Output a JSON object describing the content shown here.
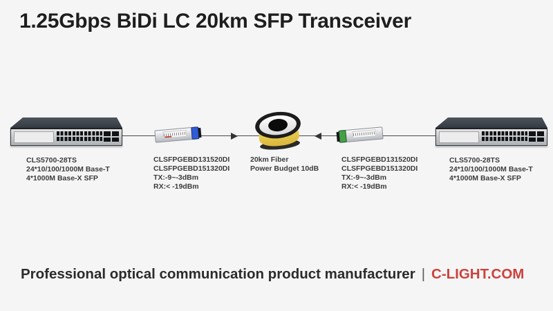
{
  "title": "1.25Gbps BiDi LC 20km SFP Transceiver",
  "footer": {
    "text": "Professional optical communication product manufacturer",
    "separator": "|",
    "brand": "C-LIGHT.COM"
  },
  "colors": {
    "background": "#f5f5f6",
    "brand_red": "#cc423c",
    "fiber_yellow": "#ecc94e",
    "left_sfp_latch_blue": "#2f5bd7",
    "right_sfp_latch_green": "#43a047",
    "line_gray": "#4a4a4a"
  },
  "diagram": {
    "left_switch": {
      "lines": [
        "CLS5700-28TS",
        "24*10/100/1000M Base-T",
        "4*1000M Base-X SFP"
      ]
    },
    "left_sfp": {
      "lines": [
        "CLSFPGEBD131520DI",
        "CLSFPGEBD151320DI",
        "TX:-9~-3dBm",
        "RX:< -19dBm"
      ]
    },
    "fiber_spool": {
      "lines": [
        "20km Fiber",
        "Power Budget 10dB"
      ]
    },
    "right_sfp": {
      "lines": [
        "CLSFPGEBD131520DI",
        "CLSFPGEBD151320DI",
        "TX:-9~-3dBm",
        "RX:< -19dBm"
      ]
    },
    "right_switch": {
      "lines": [
        "CLS5700-28TS",
        "24*10/100/1000M Base-T",
        "4*1000M Base-X SFP"
      ]
    }
  }
}
